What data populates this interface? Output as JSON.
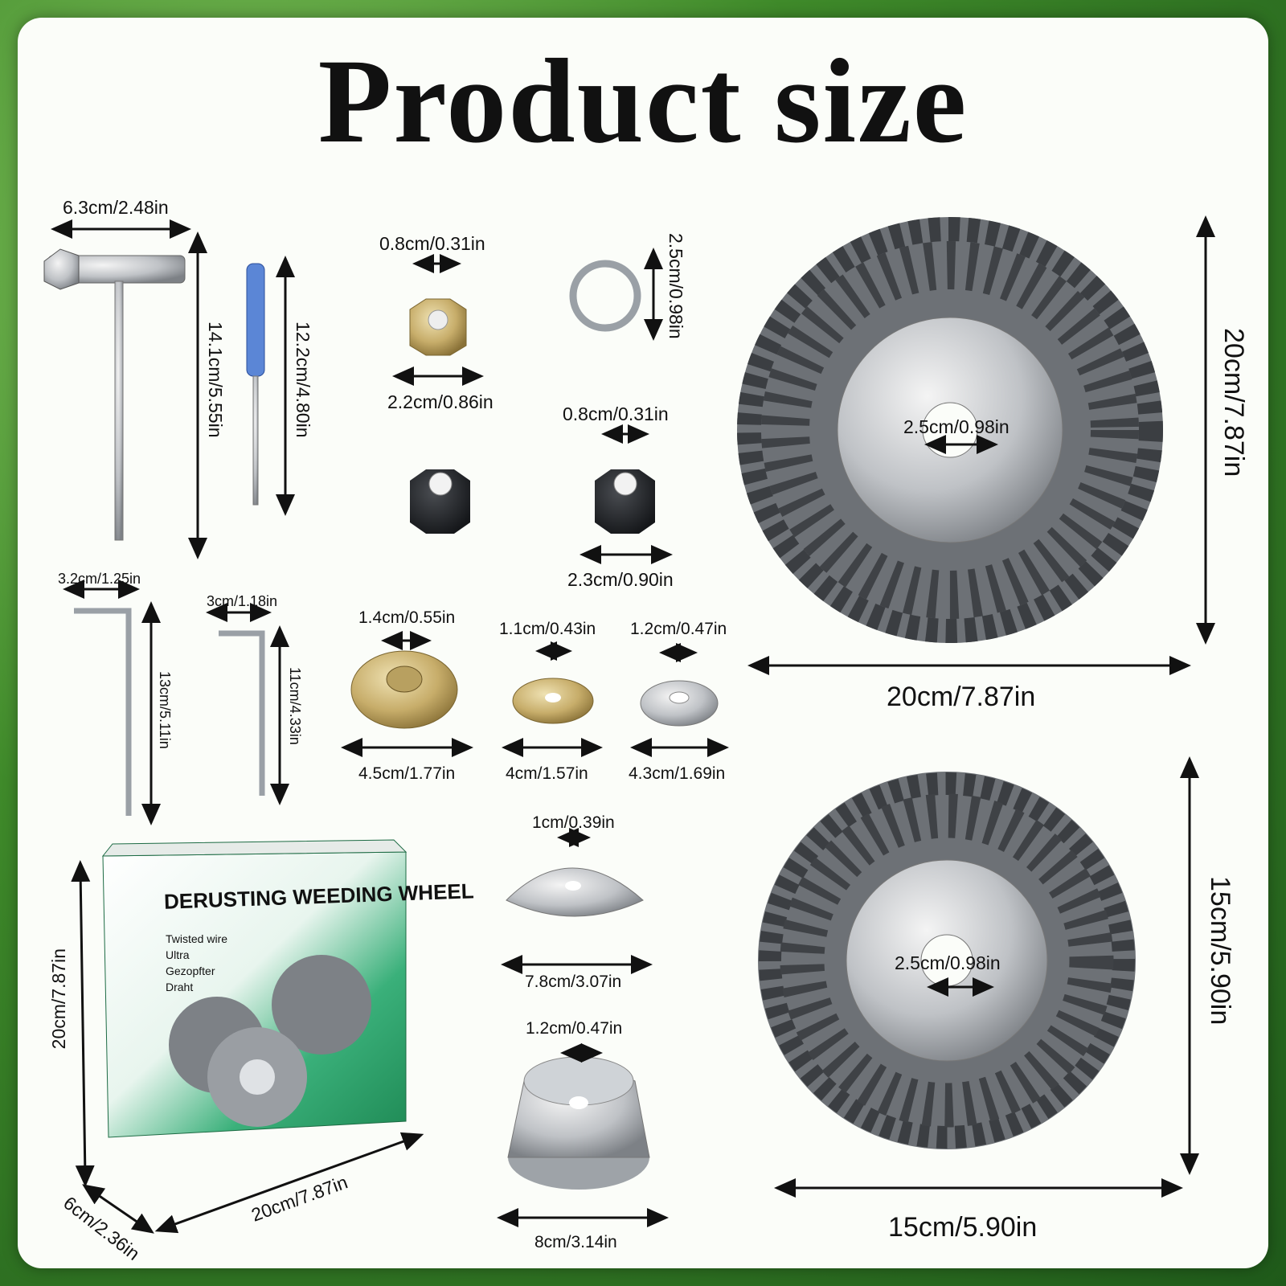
{
  "title": "Product size",
  "labels": {
    "tool_width": "6.3cm/2.48in",
    "tool_height": "14.1cm/5.55in",
    "screwdriver_height": "12.2cm/4.80in",
    "nut1_hole": "0.8cm/0.31in",
    "nut1_width": "2.2cm/0.86in",
    "ring_diam": "2.5cm/0.98in",
    "nut3_hole": "0.8cm/0.31in",
    "nut3_width": "2.3cm/0.90in",
    "hex1_width": "3.2cm/1.25in",
    "hex1_height": "13cm/5.11in",
    "hex2_width": "3cm/1.18in",
    "hex2_height": "11cm/4.33in",
    "washer1_hole": "1.4cm/0.55in",
    "washer1_diam": "4.5cm/1.77in",
    "washer2_hole": "1.1cm/0.43in",
    "washer2_diam": "4cm/1.57in",
    "washer3_hole": "1.2cm/0.47in",
    "washer3_diam": "4.3cm/1.69in",
    "cup1_hole": "1cm/0.39in",
    "cup1_diam": "7.8cm/3.07in",
    "cup2_hole": "1.2cm/0.47in",
    "cup2_diam": "8cm/3.14in",
    "wheel20_height": "20cm/7.87in",
    "wheel20_width": "20cm/7.87in",
    "wheel20_hole": "2.5cm/0.98in",
    "wheel15_height": "15cm/5.90in",
    "wheel15_width": "15cm/5.90in",
    "wheel15_hole": "2.5cm/0.98in",
    "box_height": "20cm/7.87in",
    "box_width": "20cm/7.87in",
    "box_depth": "6cm/2.36in"
  },
  "box": {
    "title": "DERUSTING WEEDING WHEEL",
    "lines": [
      "Twisted wire",
      "Ultra",
      "Gezopfter",
      "Draht"
    ]
  },
  "colors": {
    "background": "#2f7a24",
    "card": "#fbfdf9",
    "box_green": "#2aa56a"
  }
}
